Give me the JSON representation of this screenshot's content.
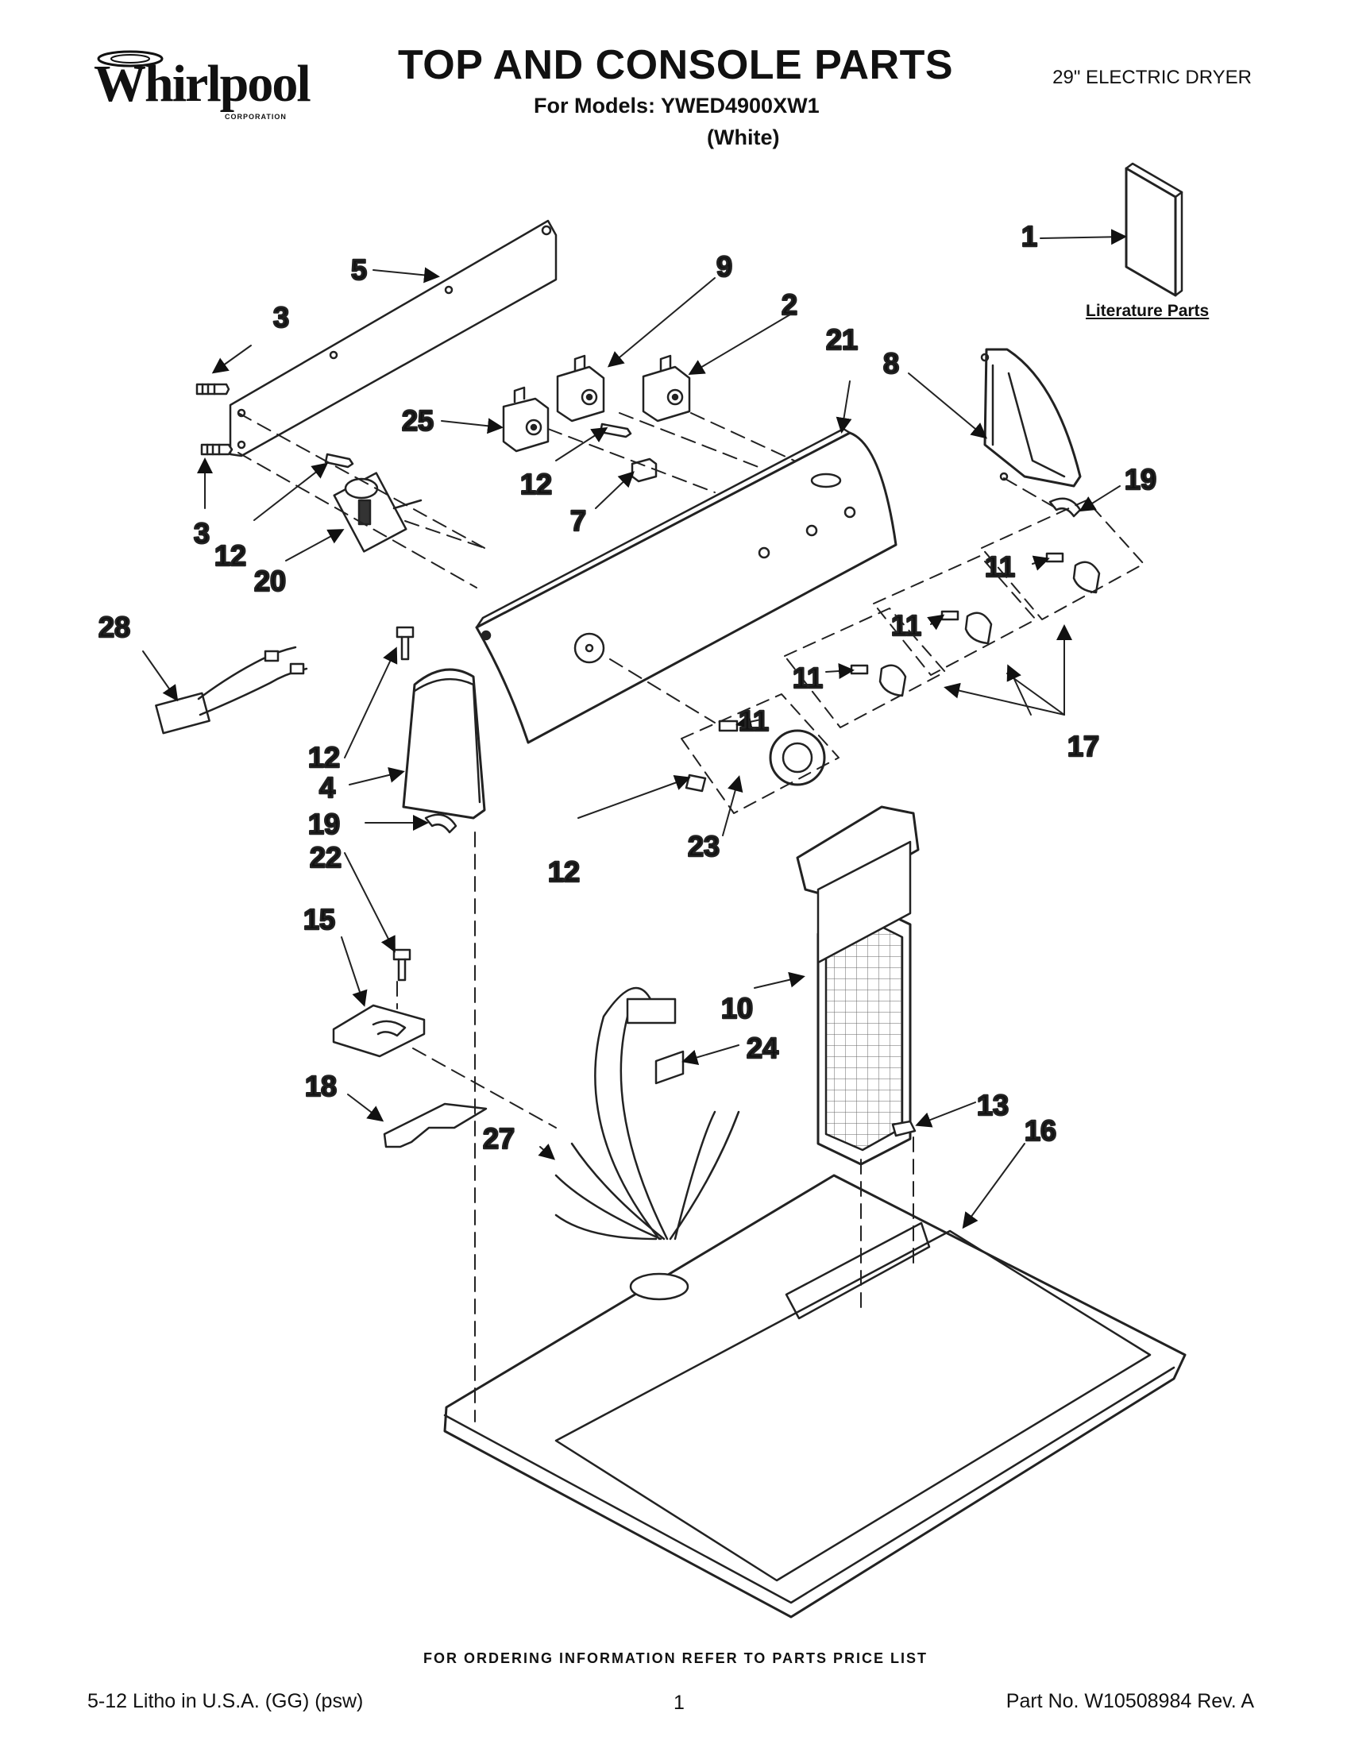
{
  "header": {
    "brand": "Whirlpool",
    "brand_sub": "CORPORATION",
    "title": "TOP AND CONSOLE PARTS",
    "models": "For Models: YWED4900XW1",
    "color": "(White)",
    "product": "29\" ELECTRIC DRYER"
  },
  "literature_label": "Literature Parts",
  "callouts": {
    "c1": "1",
    "c2": "2",
    "c3a": "3",
    "c3b": "3",
    "c4": "4",
    "c5": "5",
    "c7": "7",
    "c8": "8",
    "c9": "9",
    "c10": "10",
    "c11a": "11",
    "c11b": "11",
    "c11c": "11",
    "c11d": "11",
    "c12a": "12",
    "c12b": "12",
    "c12c": "12",
    "c12d": "12",
    "c13": "13",
    "c15": "15",
    "c16": "16",
    "c17": "17",
    "c18": "18",
    "c19a": "19",
    "c19b": "19",
    "c20": "20",
    "c21": "21",
    "c22": "22",
    "c23": "23",
    "c24": "24",
    "c25": "25",
    "c27": "27",
    "c28": "28"
  },
  "footer": {
    "order_note": "FOR ORDERING INFORMATION REFER TO PARTS PRICE LIST",
    "litho": "5-12 Litho in U.S.A. (GG) (psw)",
    "page": "1",
    "part_no": "Part No. W10508984 Rev. A"
  }
}
